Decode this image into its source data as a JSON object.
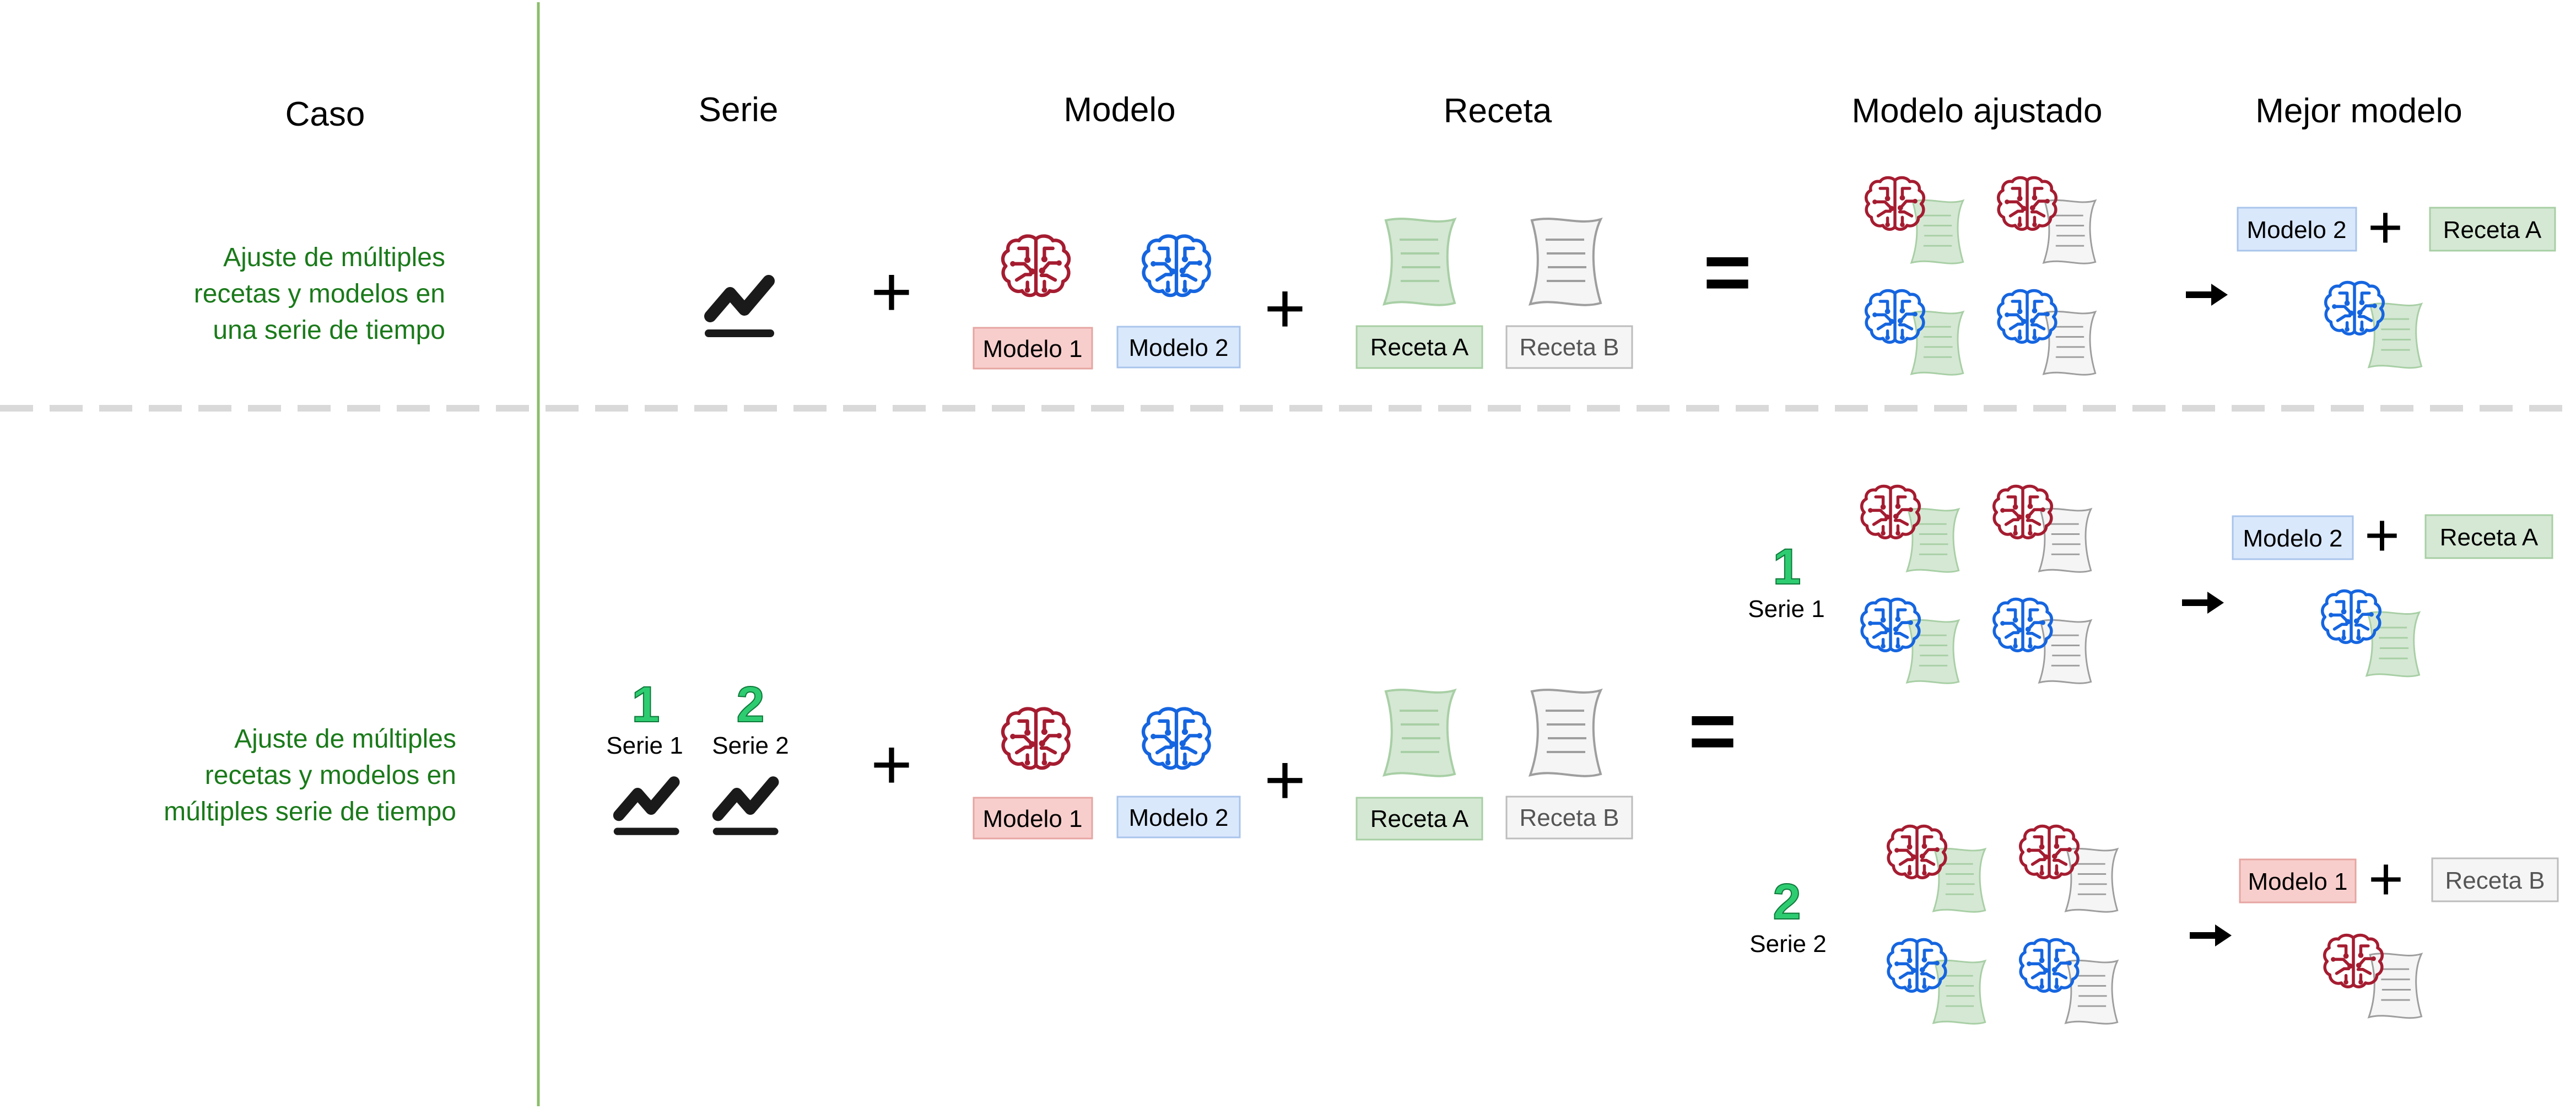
{
  "headers": {
    "caso": "Caso",
    "serie": "Serie",
    "modelo": "Modelo",
    "receta": "Receta",
    "modelo_ajustado": "Modelo ajustado",
    "mejor_modelo": "Mejor modelo"
  },
  "rows": [
    {
      "case_lines": [
        "Ajuste de múltiples",
        "recetas y modelos en",
        "una serie de tiempo"
      ]
    },
    {
      "case_lines": [
        "Ajuste de múltiples",
        "recetas y modelos en",
        "múltiples serie de tiempo"
      ]
    }
  ],
  "labels": {
    "modelo1": "Modelo 1",
    "modelo2": "Modelo 2",
    "recetaA": "Receta A",
    "recetaB": "Receta B",
    "serie1": "Serie 1",
    "serie2": "Serie 2",
    "num1": "1",
    "num2": "2"
  },
  "best": {
    "row1": {
      "model": "Modelo 2",
      "recipe": "Receta A"
    },
    "row2_serie1": {
      "model": "Modelo 2",
      "recipe": "Receta A"
    },
    "row2_serie2": {
      "model": "Modelo 1",
      "recipe": "Receta B"
    }
  },
  "symbols": {
    "plus": "+",
    "equals": "=",
    "arrow": "➡"
  },
  "colors": {
    "green_text": "#1a7a1a",
    "divider": "#8bbd6b",
    "dash": "#d9d9d9",
    "red": "#a51c30",
    "blue": "#1565e0",
    "model1_fill": "#f8cecc",
    "model1_stroke": "#e6a5a2",
    "model2_fill": "#dae8fc",
    "model2_stroke": "#a9c4eb",
    "recA_fill": "#d5e8d4",
    "recA_stroke": "#a8cfa5",
    "recB_fill": "#f5f5f5",
    "recB_stroke": "#bdbdbd",
    "num_green": "#2ecc71"
  }
}
